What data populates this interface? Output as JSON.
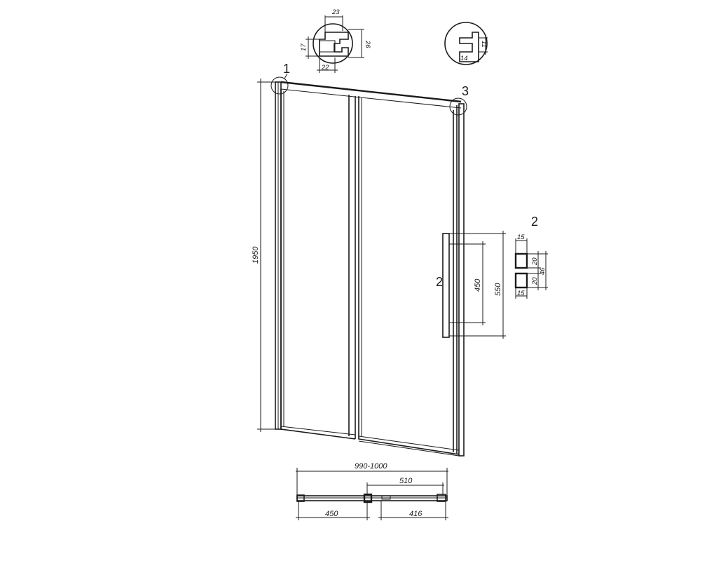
{
  "dimensions": {
    "height_total": "1950",
    "width_total": "990-1000",
    "top_width": "510",
    "fixed_panel": "450",
    "opening": "416",
    "handle_outer": "550",
    "handle_inner": "450"
  },
  "callouts": {
    "detail1": "1",
    "detail3": "3",
    "handle_on_door": "2",
    "handle_detail": "2"
  },
  "profile_detail1": {
    "top": "23",
    "right": "26",
    "left": "17",
    "bottom": "22"
  },
  "profile_detail3": {
    "right": "11",
    "bottom": "14"
  },
  "handle_section": {
    "width_top": "15",
    "upper": "20",
    "lower": "20",
    "total": "46",
    "width_bottom": "15"
  }
}
